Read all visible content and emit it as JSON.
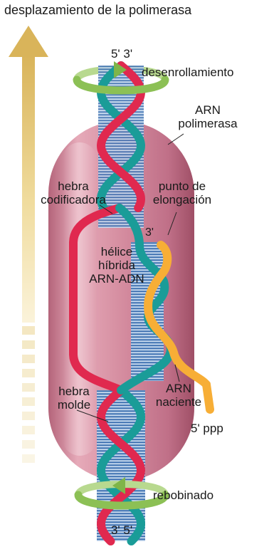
{
  "labels": {
    "direction": "desplazamiento de la polimerasa",
    "top_ends": "5' 3'",
    "unwinding": "desenrollamiento",
    "rna_polymerase": [
      "ARN",
      "polimerasa"
    ],
    "coding_strand": [
      "hebra",
      "codificadora"
    ],
    "elongation_point": [
      "punto de",
      "elongación"
    ],
    "rna_3_end": "3'",
    "hybrid_helix": [
      "hélice",
      "híbrida",
      "ARN-ADN"
    ],
    "nascent_rna": [
      "ARN",
      "naciente"
    ],
    "template_strand": [
      "hebra",
      "molde"
    ],
    "rna_5_end": "5' ppp",
    "rewinding": "rebobinado",
    "bottom_ends": "3' 5'"
  },
  "colors": {
    "coding_strand": "#e0294f",
    "template_strand": "#1a9c98",
    "rna_strand": "#f7ae36",
    "base_pairs": "#3c6fb0",
    "polymerase": "#c97a8f",
    "rotation_arrow": "#8cc055",
    "direction_arrow": "#ddb85c"
  },
  "icons": {
    "direction": "up-arrow-icon",
    "unwinding": "rotation-arrow-icon",
    "rewinding": "rotation-arrow-icon"
  }
}
